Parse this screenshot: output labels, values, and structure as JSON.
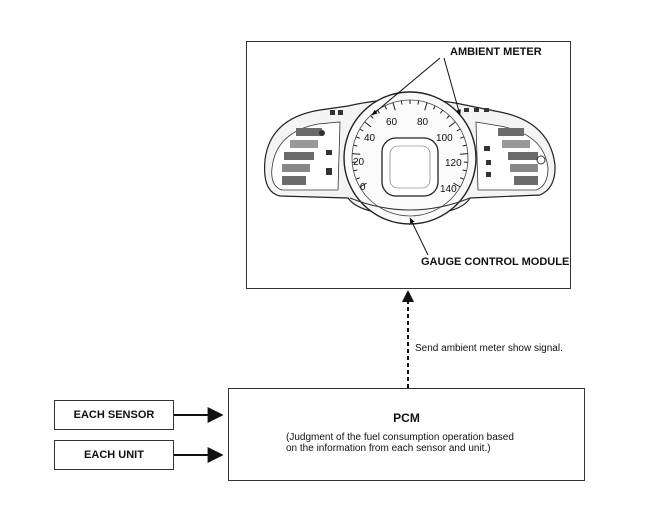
{
  "gauge_box": {
    "ambient_meter_label": "AMBIENT METER",
    "gauge_control_module_label": "GAUGE CONTROL MODULE",
    "speed_ticks": [
      "0",
      "20",
      "40",
      "60",
      "80",
      "100",
      "120",
      "140"
    ]
  },
  "signal": {
    "label": "Send ambient meter show signal."
  },
  "pcm": {
    "title": "PCM",
    "description_line1": "(Judgment of the fuel consumption operation based",
    "description_line2": "on the information from each sensor and unit.)"
  },
  "inputs": {
    "each_sensor": "EACH SENSOR",
    "each_unit": "EACH UNIT"
  }
}
